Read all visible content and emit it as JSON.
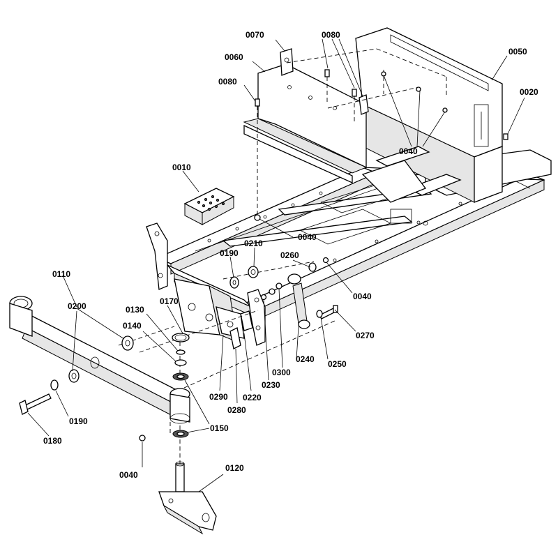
{
  "callouts": [
    {
      "id": "c0070",
      "text": "0070"
    },
    {
      "id": "c0080a",
      "text": "0080"
    },
    {
      "id": "c0060",
      "text": "0060"
    },
    {
      "id": "c0080b",
      "text": "0080"
    },
    {
      "id": "c0050",
      "text": "0050"
    },
    {
      "id": "c0020",
      "text": "0020"
    },
    {
      "id": "c0040a",
      "text": "0040"
    },
    {
      "id": "c0010",
      "text": "0010"
    },
    {
      "id": "c0040b",
      "text": "0040"
    },
    {
      "id": "c0190a",
      "text": "0190"
    },
    {
      "id": "c0210",
      "text": "0210"
    },
    {
      "id": "c0260",
      "text": "0260"
    },
    {
      "id": "c0040c",
      "text": "0040"
    },
    {
      "id": "c0110",
      "text": "0110"
    },
    {
      "id": "c0200",
      "text": "0200"
    },
    {
      "id": "c0130",
      "text": "0130"
    },
    {
      "id": "c0170",
      "text": "0170"
    },
    {
      "id": "c0140",
      "text": "0140"
    },
    {
      "id": "c0270",
      "text": "0270"
    },
    {
      "id": "c0240",
      "text": "0240"
    },
    {
      "id": "c0250",
      "text": "0250"
    },
    {
      "id": "c0300",
      "text": "0300"
    },
    {
      "id": "c0230",
      "text": "0230"
    },
    {
      "id": "c0220",
      "text": "0220"
    },
    {
      "id": "c0290",
      "text": "0290"
    },
    {
      "id": "c0280",
      "text": "0280"
    },
    {
      "id": "c0190b",
      "text": "0190"
    },
    {
      "id": "c0180",
      "text": "0180"
    },
    {
      "id": "c0150",
      "text": "0150"
    },
    {
      "id": "c0040d",
      "text": "0040"
    },
    {
      "id": "c0120",
      "text": "0120"
    }
  ]
}
